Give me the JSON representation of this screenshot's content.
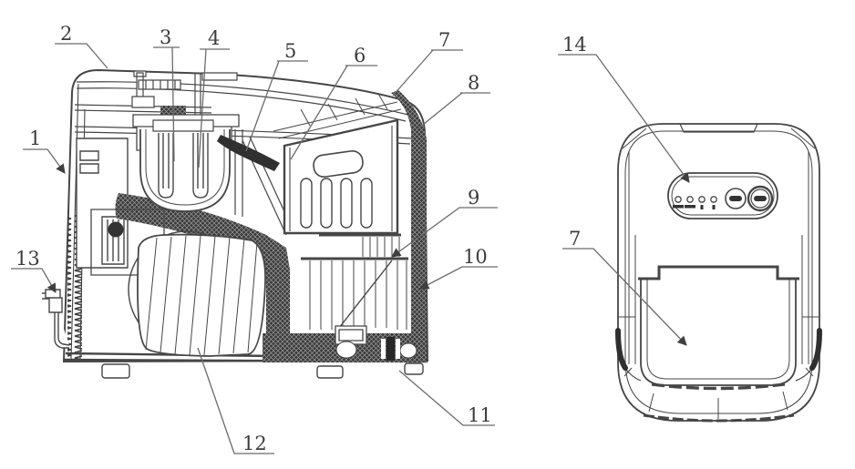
{
  "diagram": {
    "background": "#ffffff",
    "line_color": "#3e3e3e",
    "insulation_color": "#3a3a3a",
    "side_view_callouts": [
      "1",
      "2",
      "3",
      "4",
      "5",
      "6",
      "7",
      "8",
      "9",
      "10",
      "11",
      "12",
      "13"
    ],
    "front_view_callouts": [
      "14",
      "7"
    ]
  }
}
